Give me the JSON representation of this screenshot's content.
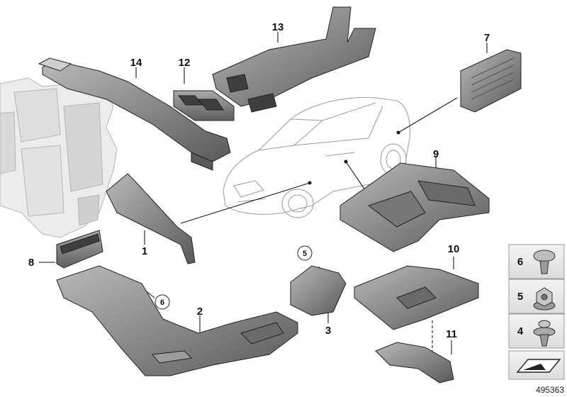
{
  "diagram": {
    "callouts": [
      {
        "id": "c1",
        "text": "1"
      },
      {
        "id": "c2",
        "text": "2"
      },
      {
        "id": "c3",
        "text": "3"
      },
      {
        "id": "c7",
        "text": "7"
      },
      {
        "id": "c8",
        "text": "8"
      },
      {
        "id": "c9",
        "text": "9"
      },
      {
        "id": "c10",
        "text": "10"
      },
      {
        "id": "c11",
        "text": "11"
      },
      {
        "id": "c12",
        "text": "12"
      },
      {
        "id": "c13",
        "text": "13"
      },
      {
        "id": "c14",
        "text": "14"
      }
    ],
    "circled_refs": [
      {
        "id": "r5",
        "text": "5"
      },
      {
        "id": "r6",
        "text": "6"
      }
    ],
    "legend": [
      {
        "num": "6",
        "icon": "push-rivet-icon"
      },
      {
        "num": "5",
        "icon": "hex-nut-icon"
      },
      {
        "num": "4",
        "icon": "expanding-clip-icon"
      }
    ],
    "document_number": "495363",
    "colors": {
      "part_fill": "#8a8a8a",
      "part_dark": "#5d5d5d",
      "part_light": "#b4b4b4",
      "line": "#1a1a1a",
      "car_outline": "#9a9a9a",
      "hvac_light": "#e6e6e6",
      "legend_bg": "#ececec"
    }
  }
}
